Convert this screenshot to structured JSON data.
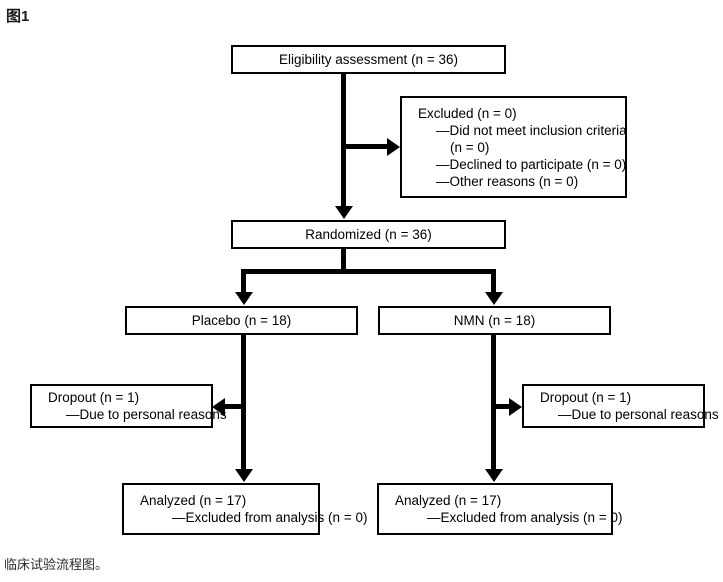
{
  "figure": {
    "label": "图1",
    "caption": "临床试验流程图。"
  },
  "flowchart": {
    "type": "consort-flow-diagram",
    "nodes": {
      "eligibility": {
        "text": "Eligibility assessment (n = 36)"
      },
      "excluded": {
        "line1": "Excluded (n = 0)",
        "line2": "—Did not meet inclusion criteria",
        "line3": "(n = 0)",
        "line4": "—Declined to participate (n = 0)",
        "line5": "—Other reasons (n = 0)"
      },
      "randomized": {
        "text": "Randomized (n = 36)"
      },
      "placebo": {
        "text": "Placebo (n = 18)"
      },
      "nmn": {
        "text": "NMN (n = 18)"
      },
      "dropout_left": {
        "line1": "Dropout (n = 1)",
        "line2": "—Due to personal reasons"
      },
      "dropout_right": {
        "line1": "Dropout (n = 1)",
        "line2": "—Due to personal reasons"
      },
      "analyzed_left": {
        "line1": "Analyzed (n = 17)",
        "line2": "—Excluded from analysis (n = 0)"
      },
      "analyzed_right": {
        "line1": "Analyzed (n = 17)",
        "line2": "—Excluded from analysis (n = 0)"
      }
    },
    "colors": {
      "stroke": "#000000",
      "fill": "#ffffff",
      "text": "#000000"
    }
  }
}
